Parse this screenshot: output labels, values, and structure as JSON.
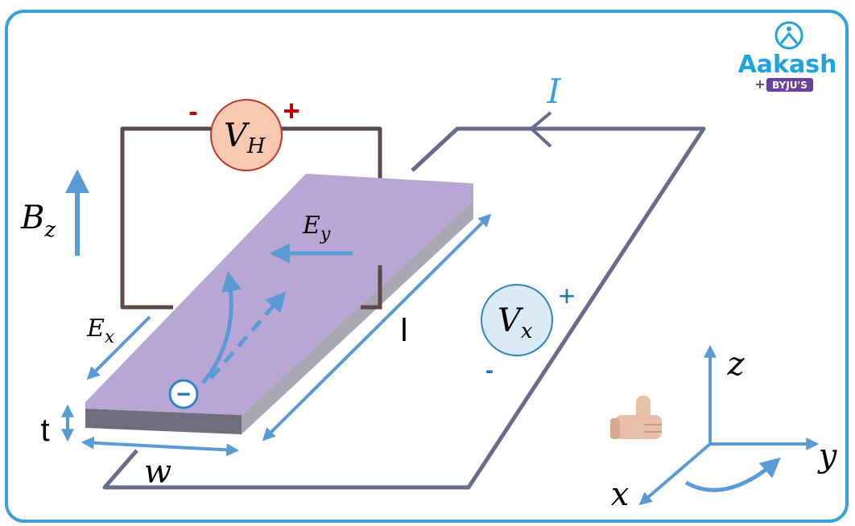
{
  "logo": {
    "brand": "Aakash",
    "sub": "BYJU'S",
    "plus": "+"
  },
  "labels": {
    "current": "I",
    "hall_voltage_main": "V",
    "hall_voltage_sub": "H",
    "hall_minus": "-",
    "hall_plus": "+",
    "applied_voltage_main": "V",
    "applied_voltage_sub": "x",
    "applied_plus": "+",
    "applied_minus": "-",
    "magnetic_field_main": "B",
    "magnetic_field_sub": "z",
    "field_y_main": "E",
    "field_y_sub": "y",
    "field_x_main": "E",
    "field_x_sub": "x",
    "length": "l",
    "thickness": "t",
    "width": "w",
    "electron": "−",
    "axis_z": "z",
    "axis_y": "y",
    "axis_x": "x"
  },
  "colors": {
    "border": "#3aa0d8",
    "wire_dark": "#5a4a4a",
    "wire_loop": "#6a6a8a",
    "arrow_blue": "#5b9bd5",
    "slab_top": "#b8a6d4",
    "slab_side": "#9a9aa8",
    "vh_fill": "#f8c9b0",
    "vh_stroke": "#c0392b",
    "vx_fill": "#dceaf7",
    "vx_stroke": "#2e86c1",
    "red_sign": "#c00000",
    "blue_sign": "#1f77b4",
    "logo_blue": "#1fa3e0",
    "logo_purple": "#6a3fa0"
  },
  "icons": [
    "aakash-logo-icon",
    "thumbs-up-icon",
    "electron-icon"
  ]
}
